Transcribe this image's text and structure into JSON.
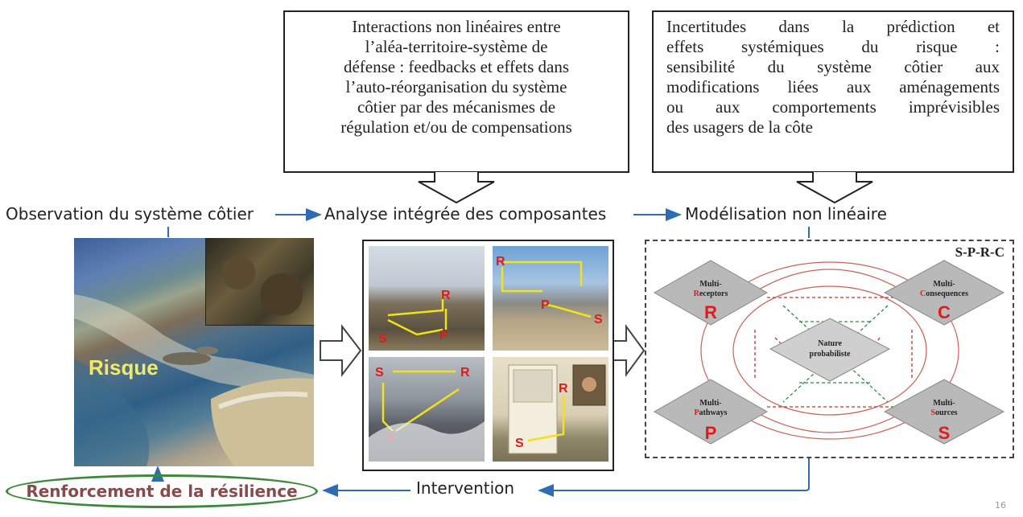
{
  "callout_left": {
    "lines": [
      "Interactions non linéaires entre",
      "l’aléa-territoire-système de",
      "défense : feedbacks et effets dans",
      "l’auto-réorganisation du système",
      "côtier par des mécanismes de",
      "régulation et/ou de compensations"
    ]
  },
  "callout_right": {
    "lines": [
      "Incertitudes dans la prédiction et",
      "effets systémiques du risque :",
      "sensibilité du système côtier aux",
      "modifications liées aux aménagements",
      "ou aux comportements imprévisibles",
      "des usagers de la côte"
    ]
  },
  "flow": {
    "observation": "Observation du système côtier",
    "analyse": "Analyse intégrée des composantes",
    "modelisation": "Modélisation non linéaire",
    "intervention": "Intervention",
    "resilience": "Renforcement de la résilience"
  },
  "photo_coast": {
    "label": "Risque"
  },
  "photo_grid": {
    "letters": {
      "s": "S",
      "r": "R",
      "p": "P"
    }
  },
  "sprc": {
    "title": "S-P-R-C",
    "receptors": {
      "line1": "Multi-",
      "line2_initial": "R",
      "line2_rest": "eceptors",
      "letter": "R"
    },
    "consequences": {
      "line1": "Multi-",
      "line2_initial": "C",
      "line2_rest": "onsequences",
      "letter": "C"
    },
    "pathways": {
      "line1": "Multi-",
      "line2_initial": "P",
      "line2_rest": "athways",
      "letter": "P"
    },
    "sources": {
      "line1": "Multi-",
      "line2_initial": "S",
      "line2_rest": "ources",
      "letter": "S"
    },
    "center": {
      "line1": "Nature",
      "line2": "probabiliste"
    }
  },
  "colors": {
    "arrow_blue": "#2e6db4",
    "letter_red": "#e01b1b",
    "yellow_arrow": "#f2e21a",
    "ellipse_green": "#3a8a3a"
  },
  "slide_number": "16"
}
